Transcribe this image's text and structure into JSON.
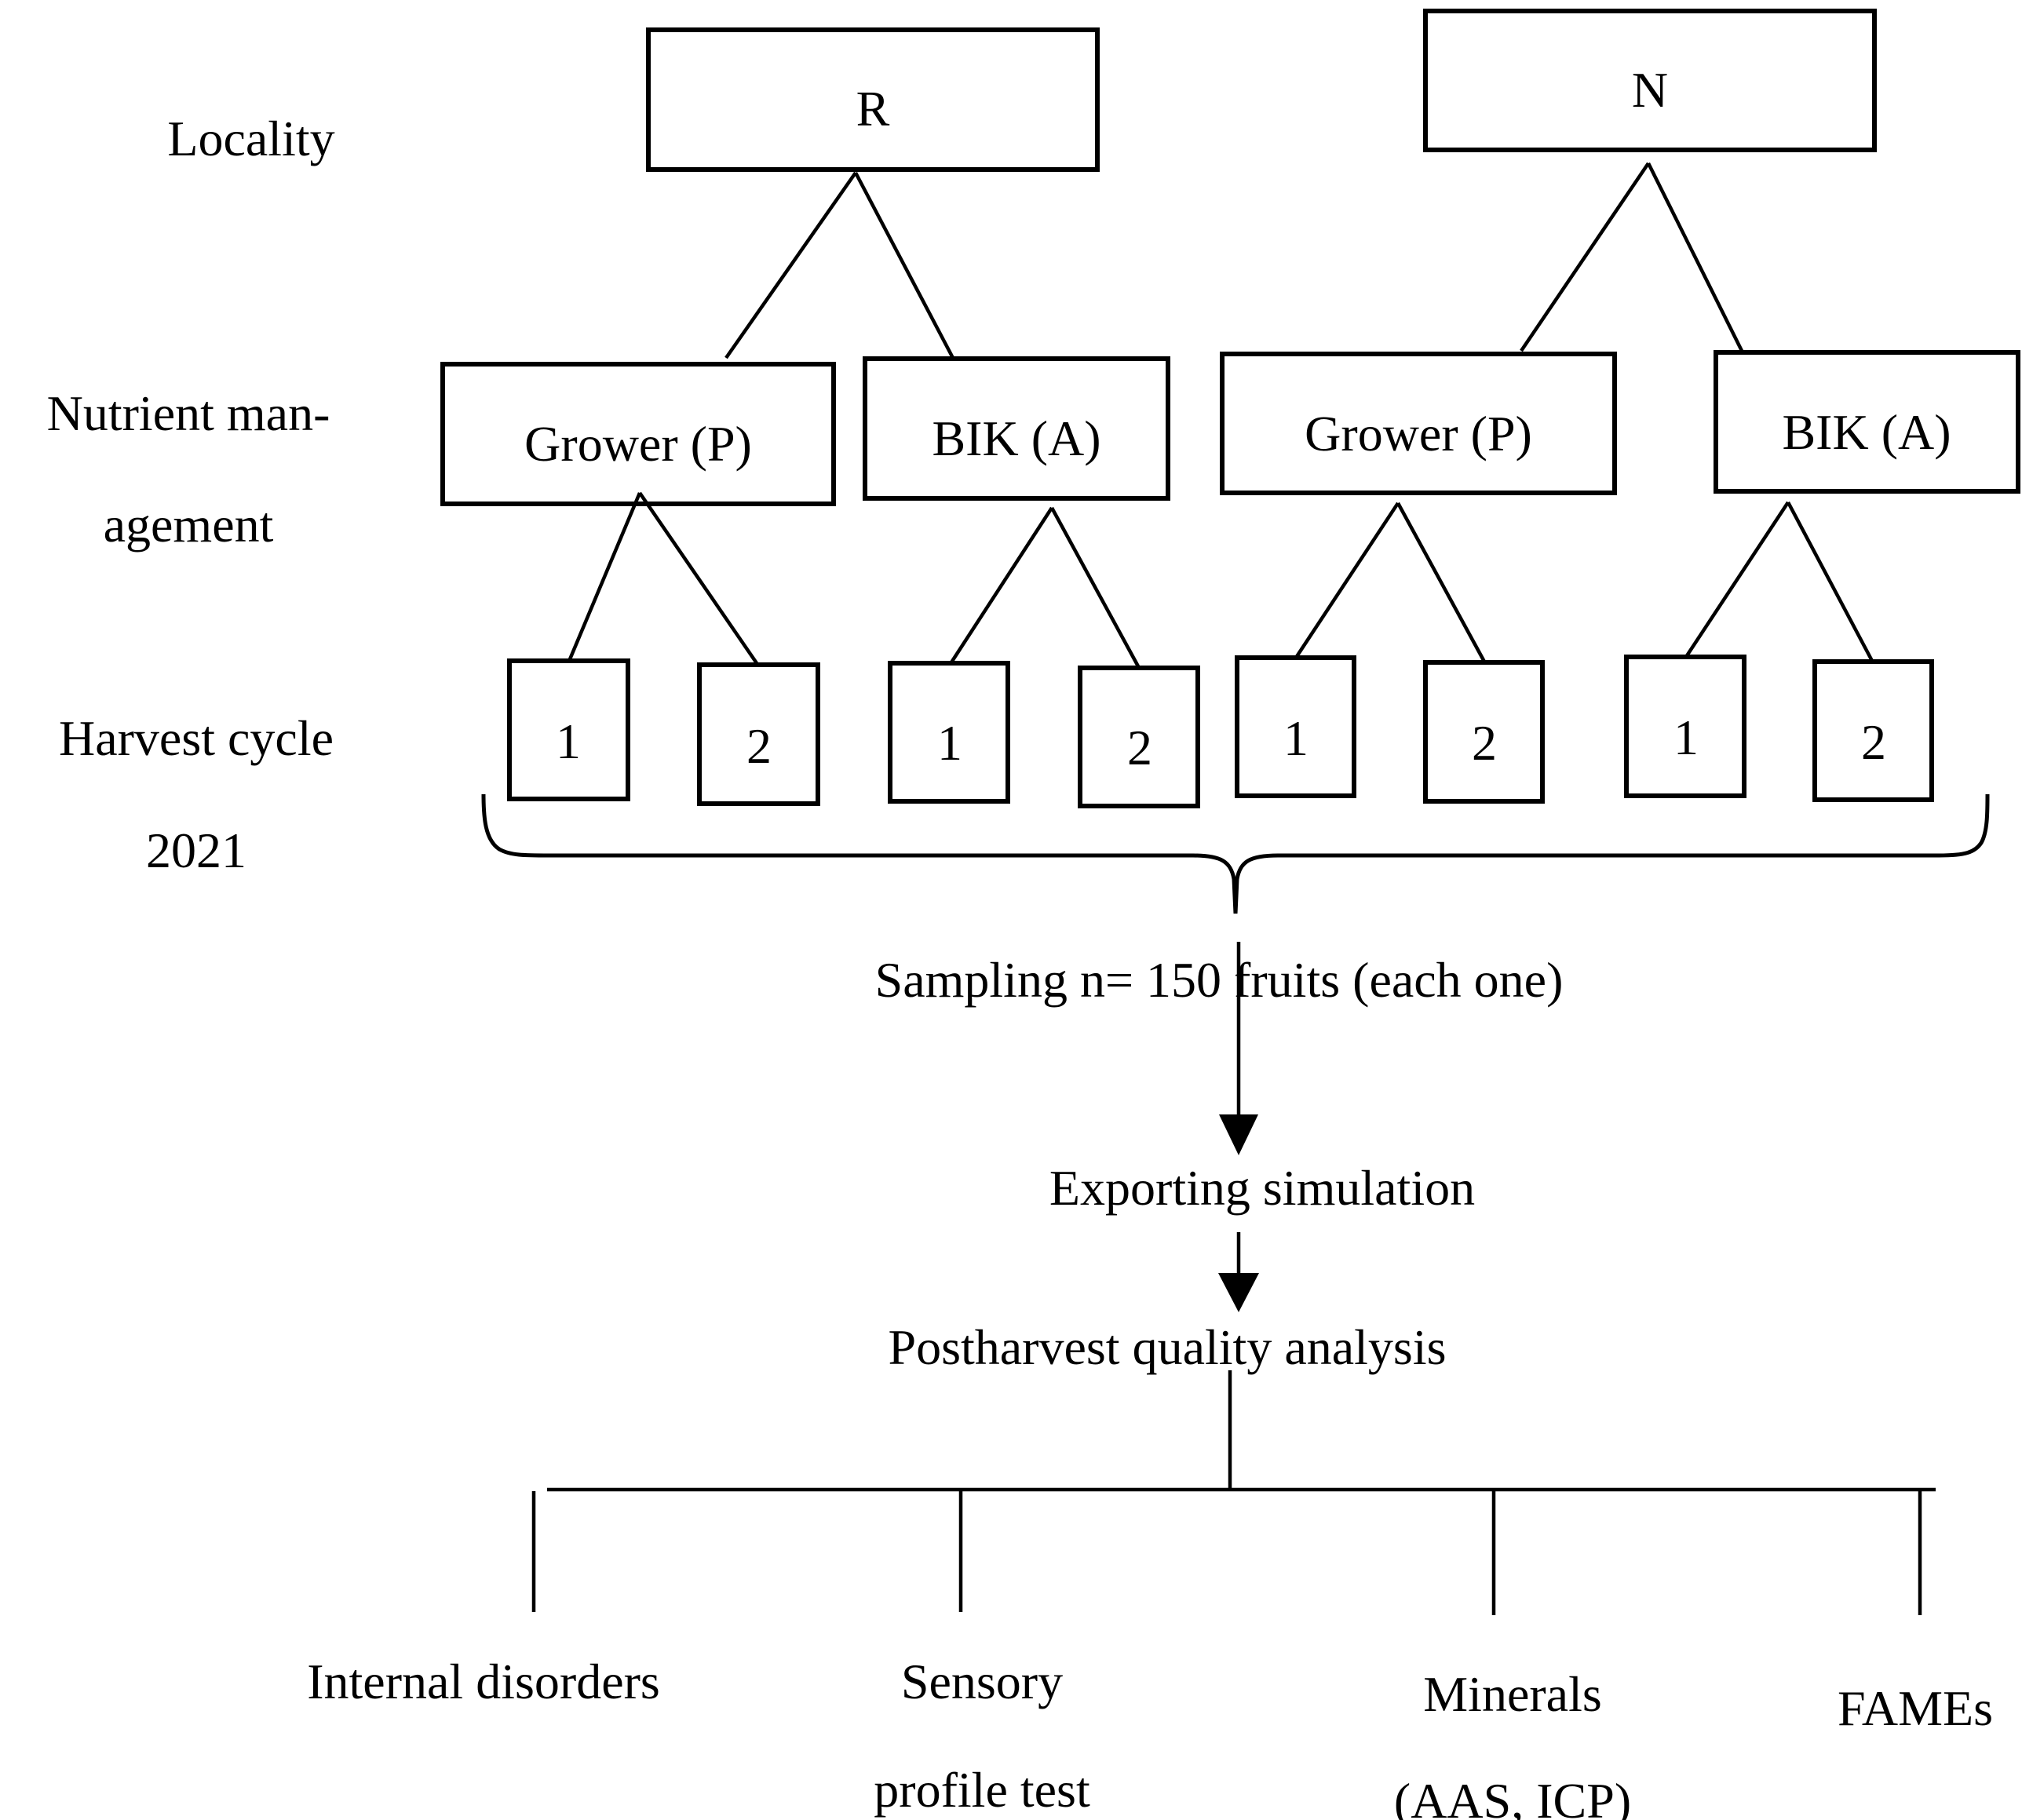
{
  "row_labels": {
    "locality": "Locality",
    "nutrient_line1": "Nutrient man-",
    "nutrient_line2": "agement",
    "harvest_line1": "Harvest cycle",
    "harvest_line2": "2021"
  },
  "localities": [
    {
      "label": "R",
      "managements": [
        {
          "label": "Grower (P)",
          "cycles": [
            "1",
            "2"
          ]
        },
        {
          "label": "BIK (A)",
          "cycles": [
            "1",
            "2"
          ]
        }
      ]
    },
    {
      "label": "N",
      "managements": [
        {
          "label": "Grower (P)",
          "cycles": [
            "1",
            "2"
          ]
        },
        {
          "label": "BIK (A)",
          "cycles": [
            "1",
            "2"
          ]
        }
      ]
    }
  ],
  "flow": {
    "sampling": "Sampling n= 150 fruits (each one)",
    "exporting": "Exporting simulation",
    "postharvest": "Postharvest quality analysis"
  },
  "analyses": {
    "internal": "Internal disorders",
    "sensory_line1": "Sensory",
    "sensory_line2": "profile test",
    "minerals_line1": "Minerals",
    "minerals_line2": "(AAS, ICP)",
    "fames": "FAMEs"
  }
}
